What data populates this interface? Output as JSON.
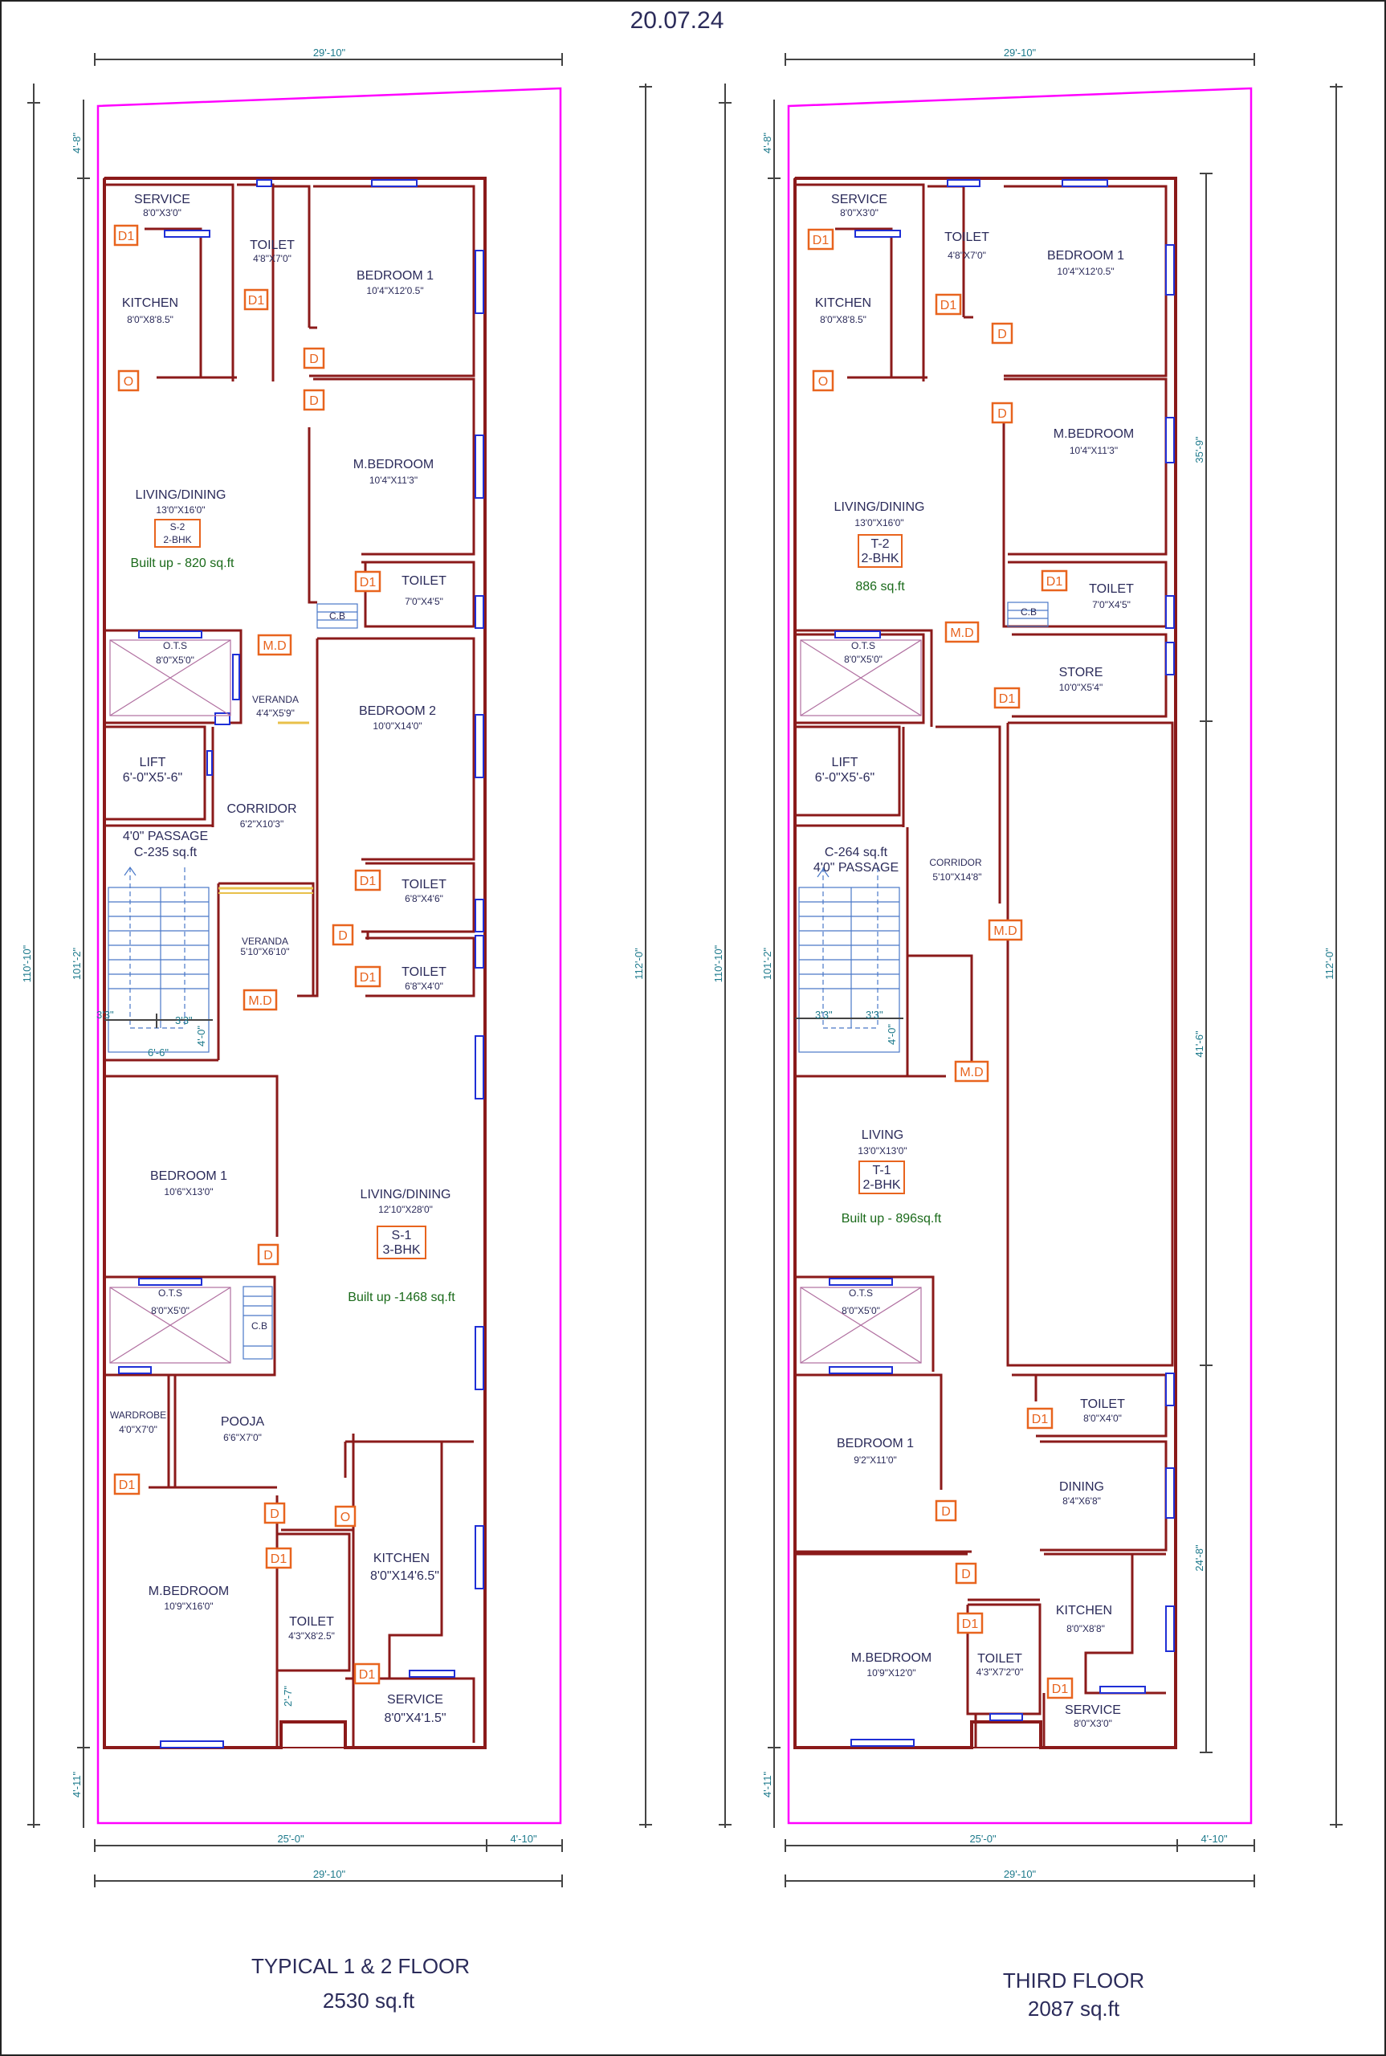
{
  "header": {
    "date": "20.07.24"
  },
  "colors": {
    "wall": "#8b1a1a",
    "plot_boundary": "#ff00ff",
    "door_tag": "#e8641e",
    "window": "#1f2fd6",
    "dimension_text": "#1e7a8c",
    "builtup_text": "#1a6a1a"
  },
  "left_plan": {
    "caption": "TYPICAL 1 & 2 FLOOR",
    "area": "2530 sq.ft",
    "dims": {
      "top": "29'-10\"",
      "bottom_a": "25'-0\"",
      "bottom_b": "4'-10\"",
      "bottom_total": "29'-10\"",
      "left_outer": "110'-10\"",
      "left_inner": "101'-2\"",
      "right": "112'-0\"",
      "setback_top": "4'-8\"",
      "setback_bottom": "4'-11\"",
      "stair_a": "3'3\"",
      "stair_b": "3'3\"",
      "stair_c": "4'-0\"",
      "stair_w": "6'-6\"",
      "toilet_gap": "2'-7\""
    },
    "rooms": {
      "service_top": {
        "name": "SERVICE",
        "size": "8'0\"X3'0\""
      },
      "toilet1": {
        "name": "TOILET",
        "size": "4'8\"X7'0\""
      },
      "bedroom1_top": {
        "name": "BEDROOM 1",
        "size": "10'4\"X12'0.5\""
      },
      "kitchen_top": {
        "name": "KITCHEN",
        "size": "8'0\"X8'8.5\""
      },
      "mbedroom_top": {
        "name": "M.BEDROOM",
        "size": "10'4\"X11'3\""
      },
      "living_top": {
        "name": "LIVING/DINING",
        "size": "13'0\"X16'0\""
      },
      "unit_s2": {
        "code": "S-2",
        "type": "2-BHK"
      },
      "builtup_s2": "Built up - 820 sq.ft",
      "toilet2": {
        "name": "TOILET",
        "size": "7'0\"X4'5\""
      },
      "cb1": "C.B",
      "ots1": {
        "name": "O.T.S",
        "size": "8'0\"X5'0\""
      },
      "veranda1": {
        "name": "VERANDA",
        "size": "4'4\"X5'9\""
      },
      "bedroom2": {
        "name": "BEDROOM 2",
        "size": "10'0\"X14'0\""
      },
      "lift": {
        "name": "LIFT",
        "size": "6'-0\"X5'-6\""
      },
      "corridor": {
        "name": "CORRIDOR",
        "size": "6'2\"X10'3\""
      },
      "passage": {
        "name": "4'0\" PASSAGE",
        "area": "C-235 sq.ft"
      },
      "toilet3": {
        "name": "TOILET",
        "size": "6'8\"X4'6\""
      },
      "toilet4": {
        "name": "TOILET",
        "size": "6'8\"X4'0\""
      },
      "veranda2": {
        "name": "VERANDA",
        "size": "5'10\"X6'10\""
      },
      "bedroom1_bot": {
        "name": "BEDROOM 1",
        "size": "10'6\"X13'0\""
      },
      "living_bot": {
        "name": "LIVING/DINING",
        "size": "12'10\"X28'0\""
      },
      "unit_s1": {
        "code": "S-1",
        "type": "3-BHK"
      },
      "builtup_s1": "Built up -1468 sq.ft",
      "ots2": {
        "name": "O.T.S",
        "size": "8'0\"X5'0\""
      },
      "cb2": "C.B",
      "wardrobe": {
        "name": "WARDROBE",
        "size": "4'0\"X7'0\""
      },
      "pooja": {
        "name": "POOJA",
        "size": "6'6\"X7'0\""
      },
      "kitchen_bot": {
        "name": "KITCHEN",
        "size": "8'0\"X14'6.5\""
      },
      "mbedroom_bot": {
        "name": "M.BEDROOM",
        "size": "10'9\"X16'0\""
      },
      "toilet5": {
        "name": "TOILET",
        "size": "4'3\"X8'2.5\""
      },
      "service_bot": {
        "name": "SERVICE",
        "size": "8'0\"X4'1.5\""
      }
    },
    "tags": {
      "d1": "D1",
      "d": "D",
      "o": "O",
      "md": "M.D"
    }
  },
  "right_plan": {
    "caption": "THIRD FLOOR",
    "area": "2087 sq.ft",
    "dims": {
      "top": "29'-10\"",
      "bottom_a": "25'-0\"",
      "bottom_b": "4'-10\"",
      "bottom_total": "29'-10\"",
      "left_outer": "110'-10\"",
      "left_inner": "101'-2\"",
      "right": "112'-0\"",
      "setback_top": "4'-8\"",
      "setback_bottom": "4'-11\"",
      "seg1": "35'-9\"",
      "seg2": "41'-6\"",
      "seg3": "24'-8\"",
      "stair_a": "3'3\"",
      "stair_b": "3'3\"",
      "stair_c": "4'-0\""
    },
    "rooms": {
      "service_top": {
        "name": "SERVICE",
        "size": "8'0\"X3'0\""
      },
      "toilet1": {
        "name": "TOILET",
        "size": "4'8\"X7'0\""
      },
      "bedroom1_top": {
        "name": "BEDROOM 1",
        "size": "10'4\"X12'0.5\""
      },
      "kitchen_top": {
        "name": "KITCHEN",
        "size": "8'0\"X8'8.5\""
      },
      "mbedroom_top": {
        "name": "M.BEDROOM",
        "size": "10'4\"X11'3\""
      },
      "living_top": {
        "name": "LIVING/DINING",
        "size": "13'0\"X16'0\""
      },
      "unit_t2": {
        "code": "T-2",
        "type": "2-BHK"
      },
      "builtup_t2": "886 sq.ft",
      "toilet2": {
        "name": "TOILET",
        "size": "7'0\"X4'5\""
      },
      "cb": "C.B",
      "ots1": {
        "name": "O.T.S",
        "size": "8'0\"X5'0\""
      },
      "store": {
        "name": "STORE",
        "size": "10'0\"X5'4\""
      },
      "lift": {
        "name": "LIFT",
        "size": "6'-0\"X5'-6\""
      },
      "passage": {
        "area": "C-264 sq.ft",
        "name": "4'0\" PASSAGE"
      },
      "corridor": {
        "name": "CORRIDOR",
        "size": "5'10\"X14'8\""
      },
      "living_bot": {
        "name": "LIVING",
        "size": "13'0\"X13'0\""
      },
      "unit_t1": {
        "code": "T-1",
        "type": "2-BHK"
      },
      "builtup_t1": "Built up - 896sq.ft",
      "ots2": {
        "name": "O.T.S",
        "size": "8'0\"X5'0\""
      },
      "toilet3": {
        "name": "TOILET",
        "size": "8'0\"X4'0\""
      },
      "bedroom1_bot": {
        "name": "BEDROOM 1",
        "size": "9'2\"X11'0\""
      },
      "dining": {
        "name": "DINING",
        "size": "8'4\"X6'8\""
      },
      "kitchen_bot": {
        "name": "KITCHEN",
        "size": "8'0\"X8'8\""
      },
      "mbedroom_bot": {
        "name": "M.BEDROOM",
        "size": "10'9\"X12'0\""
      },
      "toilet4": {
        "name": "TOILET",
        "size": "4'3\"X7'2\"0\""
      },
      "service_bot": {
        "name": "SERVICE",
        "size": "8'0\"X3'0\""
      }
    },
    "tags": {
      "d1": "D1",
      "d": "D",
      "o": "O",
      "md": "M.D"
    }
  }
}
